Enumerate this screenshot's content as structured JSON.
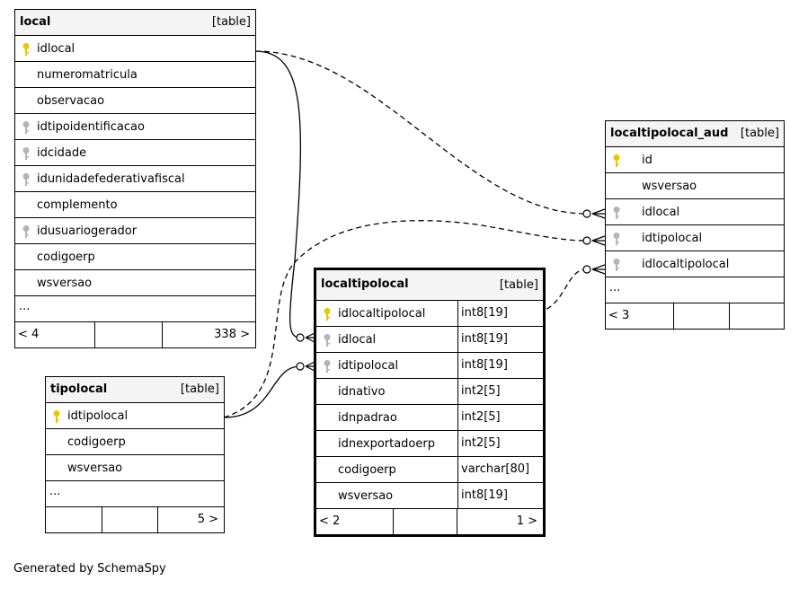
{
  "tables": {
    "local": {
      "name": "local",
      "kind": "[table]",
      "columns": [
        "idlocal",
        "numeromatricula",
        "observacao",
        "idtipoidentificacao",
        "idcidade",
        "idunidadefederativafiscal",
        "complemento",
        "idusuariogerador",
        "codigoerp",
        "wsversao"
      ],
      "keys": [
        "primary",
        "none",
        "none",
        "foreign",
        "foreign",
        "foreign",
        "none",
        "foreign",
        "none",
        "none"
      ],
      "more": "...",
      "footer": {
        "left": "< 4",
        "right": "338 >"
      }
    },
    "localtipolocal_aud": {
      "name": "localtipolocal_aud",
      "kind": "[table]",
      "columns": [
        "id",
        "wsversao",
        "idlocal",
        "idtipolocal",
        "idlocaltipolocal"
      ],
      "keys": [
        "primary",
        "none",
        "foreign",
        "foreign",
        "foreign"
      ],
      "more": "...",
      "footer": {
        "left": "< 3"
      }
    },
    "localtipolocal": {
      "name": "localtipolocal",
      "kind": "[table]",
      "columns": [
        "idlocaltipolocal",
        "idlocal",
        "idtipolocal",
        "idnativo",
        "idnpadrao",
        "idnexportadoerp",
        "codigoerp",
        "wsversao"
      ],
      "types": [
        "int8[19]",
        "int8[19]",
        "int8[19]",
        "int2[5]",
        "int2[5]",
        "int2[5]",
        "varchar[80]",
        "int8[19]"
      ],
      "keys": [
        "primary",
        "foreign",
        "foreign",
        "none",
        "none",
        "none",
        "none",
        "none"
      ],
      "footer": {
        "left": "< 2",
        "right": "1 >"
      }
    },
    "tipolocal": {
      "name": "tipolocal",
      "kind": "[table]",
      "columns": [
        "idtipolocal",
        "codigoerp",
        "wsversao"
      ],
      "keys": [
        "primary",
        "none",
        "none"
      ],
      "more": "...",
      "footer": {
        "right": "5 >"
      }
    }
  },
  "credit": "Generated by SchemaSpy",
  "colors": {
    "primary_key": "#e6c800",
    "foreign_key": "#b4b4b4",
    "header_bg": "#f4f4f4"
  }
}
